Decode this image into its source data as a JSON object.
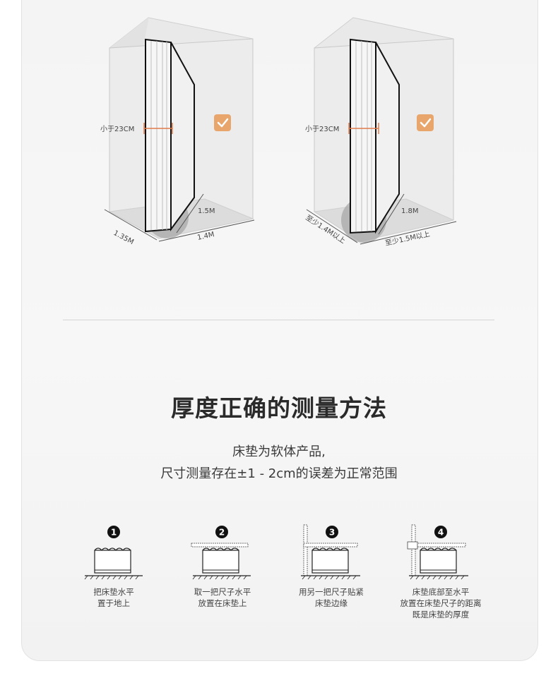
{
  "figures": [
    {
      "thickness_label": "小于23CM",
      "depth_label": "1.35M",
      "width_label": "1.4M",
      "height_label": "1.5M",
      "check_icon": "check-icon",
      "check_color": "#e8a66c"
    },
    {
      "thickness_label": "小于23CM",
      "depth_label": "至少1.4M以上",
      "width_label": "至少1.5M以上",
      "height_label": "1.8M",
      "check_icon": "check-icon",
      "check_color": "#e8a66c"
    }
  ],
  "section": {
    "title": "厚度正确的测量方法",
    "subtitle_line1": "床垫为软体产品,",
    "subtitle_line2": "尺寸测量存在±1 - 2cm的误差为正常范围"
  },
  "steps": [
    {
      "number": "1",
      "line1": "把床垫水平",
      "line2": "置于地上",
      "line3": ""
    },
    {
      "number": "2",
      "line1": "取一把尺子水平",
      "line2": "放置在床垫上",
      "line3": ""
    },
    {
      "number": "3",
      "line1": "用另一把尺子贴紧",
      "line2": "床垫边缘",
      "line3": ""
    },
    {
      "number": "4",
      "line1": "床垫底部至水平",
      "line2": "放置在床垫尺子的距离",
      "line3": "既是床垫的厚度"
    }
  ],
  "colors": {
    "accent": "#e8a66c",
    "measure_line": "#e07a4a",
    "text": "#2a2a2a"
  }
}
